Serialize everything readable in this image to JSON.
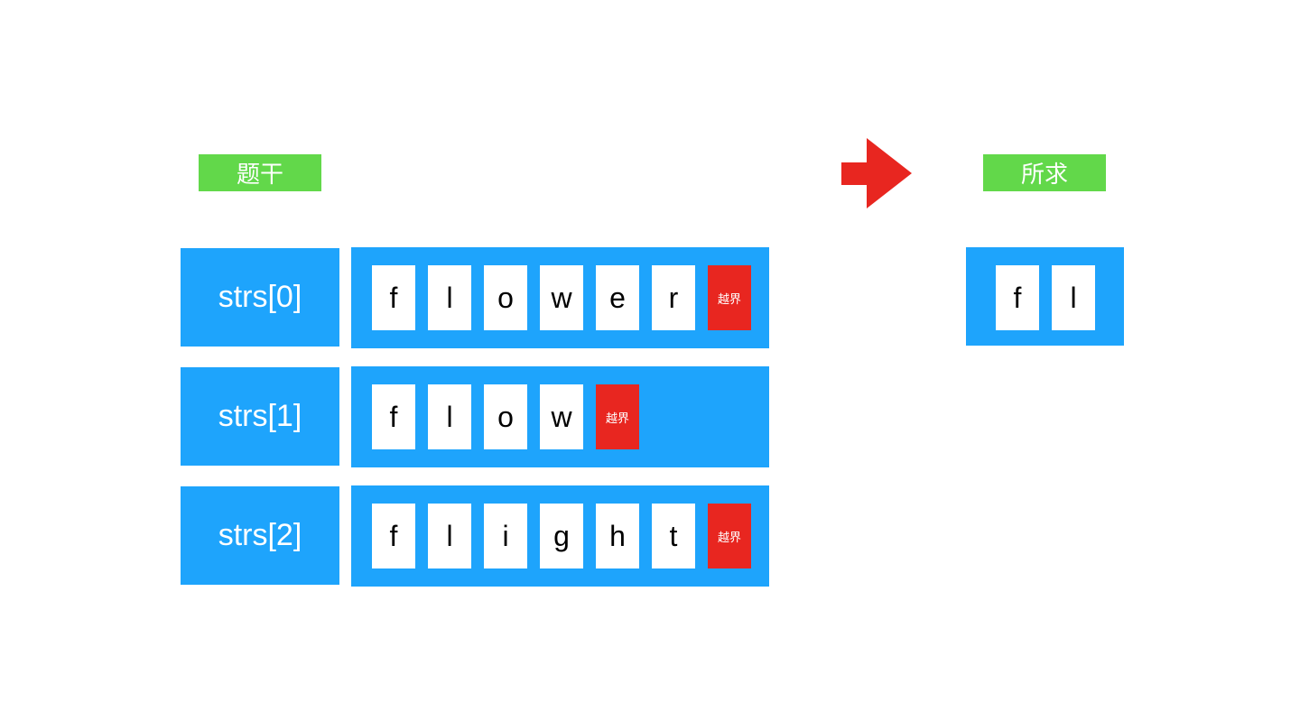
{
  "given_label": "题干",
  "result_label": "所求",
  "rows": [
    {
      "label": "strs[0]",
      "chars": [
        "f",
        "l",
        "o",
        "w",
        "e",
        "r"
      ]
    },
    {
      "label": "strs[1]",
      "chars": [
        "f",
        "l",
        "o",
        "w"
      ]
    },
    {
      "label": "strs[2]",
      "chars": [
        "f",
        "l",
        "i",
        "g",
        "h",
        "t"
      ]
    }
  ],
  "out_of_bounds_label": "越界",
  "result_chars": [
    "f",
    "l"
  ],
  "colors": {
    "box_blue": "#1ea4fc",
    "badge_green": "#62d84a",
    "out_of_bounds_red": "#e82620",
    "arrow_red": "#e82620",
    "cell_white": "#ffffff"
  },
  "icons": {
    "arrow": "right-arrow-icon"
  }
}
